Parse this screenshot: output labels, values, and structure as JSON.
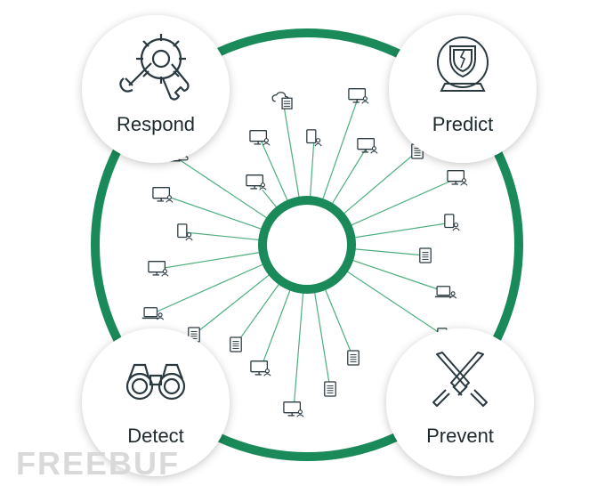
{
  "stages": [
    {
      "label": "Respond",
      "icon": "gear-wrench-icon"
    },
    {
      "label": "Predict",
      "icon": "shield-crystal-ball-icon"
    },
    {
      "label": "Detect",
      "icon": "binoculars-icon"
    },
    {
      "label": "Prevent",
      "icon": "crossed-swords-icon"
    }
  ],
  "endpoints": [
    "cloud-server-icon",
    "desktop-user-icon",
    "desktop-user-icon",
    "tablet-user-icon",
    "desktop-user-icon",
    "server-icon",
    "laptop-cloud-icon",
    "desktop-user-icon",
    "desktop-user-icon",
    "tablet-user-icon",
    "desktop-user-icon",
    "tablet-user-icon",
    "desktop-user-icon",
    "server-icon",
    "server-icon",
    "laptop-user-icon",
    "laptop-user-icon",
    "server-icon",
    "server-icon",
    "desktop-user-icon",
    "server-icon",
    "desktop-user-icon",
    "tablet-user-icon"
  ],
  "watermark": "FREEBUF",
  "colors": {
    "ring": "#1a8a5a",
    "line": "#4caf7d",
    "icon": "#2a3a40",
    "badge_bg": "#ffffff",
    "text": "#1e2a2e"
  }
}
